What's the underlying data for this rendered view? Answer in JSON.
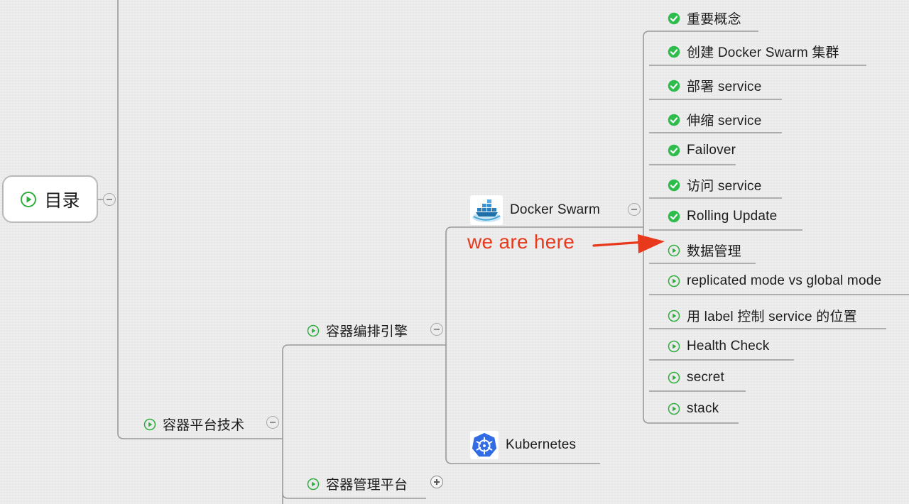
{
  "root": {
    "label": "目录",
    "icon": "play-circle-icon",
    "accent_color": "#2fae3f"
  },
  "level1": {
    "platform_tech": {
      "label": "容器平台技术",
      "icon": "play-circle-icon"
    }
  },
  "level2": {
    "orchestration": {
      "label": "容器编排引擎",
      "icon": "play-circle-icon"
    },
    "management": {
      "label": "容器管理平台",
      "icon": "play-circle-icon",
      "state": "collapsed"
    }
  },
  "level3": {
    "docker_swarm": {
      "label": "Docker Swarm",
      "icon": "docker-swarm-logo-icon"
    },
    "kubernetes": {
      "label": "Kubernetes",
      "icon": "kubernetes-logo-icon"
    }
  },
  "annotation": {
    "text": "we are here",
    "color": "#e8391d",
    "icon": "red-arrow-icon"
  },
  "topics": [
    {
      "label": "重要概念",
      "status": "done",
      "icon": "check-circle-icon"
    },
    {
      "label": "创建 Docker Swarm 集群",
      "status": "done",
      "icon": "check-circle-icon"
    },
    {
      "label": "部署 service",
      "status": "done",
      "icon": "check-circle-icon"
    },
    {
      "label": "伸缩 service",
      "status": "done",
      "icon": "check-circle-icon"
    },
    {
      "label": "Failover",
      "status": "done",
      "icon": "check-circle-icon"
    },
    {
      "label": "访问 service",
      "status": "done",
      "icon": "check-circle-icon"
    },
    {
      "label": "Rolling Update",
      "status": "done",
      "icon": "check-circle-icon"
    },
    {
      "label": "数据管理",
      "status": "todo",
      "icon": "play-circle-icon"
    },
    {
      "label": "replicated mode vs global mode",
      "status": "todo",
      "icon": "play-circle-icon"
    },
    {
      "label": "用 label 控制 service 的位置",
      "status": "todo",
      "icon": "play-circle-icon"
    },
    {
      "label": "Health Check",
      "status": "todo",
      "icon": "play-circle-icon"
    },
    {
      "label": "secret",
      "status": "todo",
      "icon": "play-circle-icon"
    },
    {
      "label": "stack",
      "status": "todo",
      "icon": "play-circle-icon"
    }
  ],
  "colors": {
    "done": "#2ebd4d",
    "todo": "#2fae3f",
    "connector": "#9a9a9a"
  }
}
